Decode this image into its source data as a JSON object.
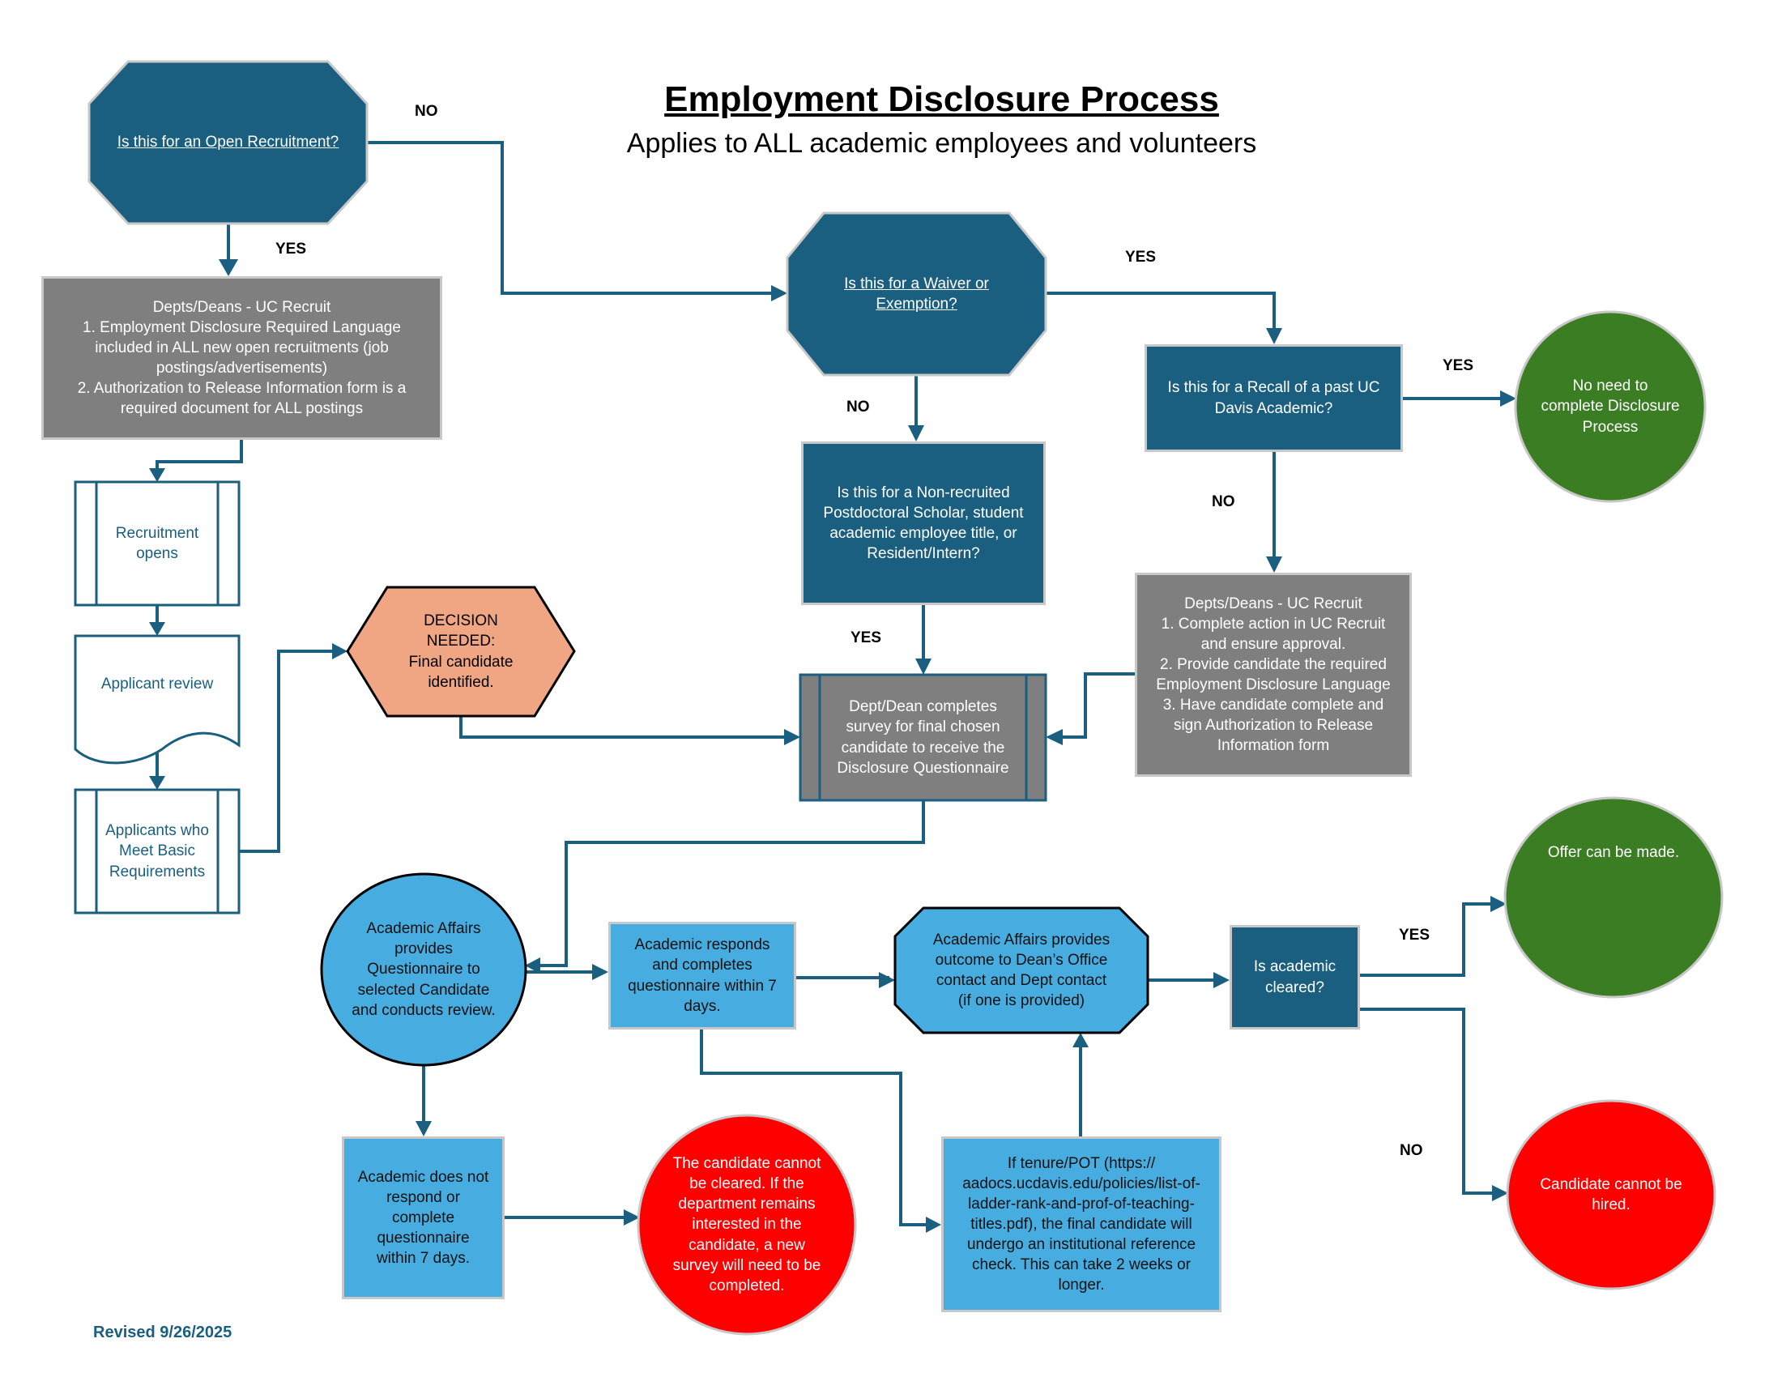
{
  "header": {
    "title": "Employment Disclosure Process",
    "subtitle": "Applies to ALL academic employees and volunteers"
  },
  "colors": {
    "dark_blue": "#1a5e80",
    "light_blue": "#47ade0",
    "gray": "#7f7f7f",
    "green": "#3b7d23",
    "red": "#ff0000",
    "orange": "#f0a682",
    "connector": "#1a5e80"
  },
  "nodes": {
    "open_recruitment": "Is this for an Open Recruitment?",
    "uc_recruit_open": "Depts/Deans - UC Recruit\n1. Employment Disclosure Required Language included in ALL new open recruitments (job postings/advertisements)\n2. Authorization to Release Information form is a required document for ALL postings",
    "recruitment_opens": "Recruitment\nopens",
    "applicant_review": "Applicant review",
    "applicants_meet": "Applicants who\nMeet Basic\nRequirements",
    "decision_needed": "DECISION\nNEEDED:\nFinal candidate\nidentified.",
    "waiver": "Is this for a Waiver or\nExemption?",
    "non_recruited": "Is this for a Non-recruited\nPostdoctoral Scholar, student\nacademic employee title, or\nResident/Intern?",
    "recall": "Is this for a Recall of a past UC\nDavis Academic?",
    "no_need": "No need to\ncomplete Disclosure\nProcess",
    "uc_recruit_recall": "Depts/Deans - UC Recruit\n1. Complete action in UC Recruit\nand ensure approval.\n2. Provide candidate the required\nEmployment Disclosure Language\n3. Have candidate complete and\nsign Authorization to Release\nInformation form",
    "dept_dean_survey": "Dept/Dean completes\nsurvey for final chosen\ncandidate to receive the\nDisclosure Questionnaire",
    "aa_provides_questionnaire": "Academic Affairs\nprovides\nQuestionnaire to\nselected Candidate\nand conducts review.",
    "academic_responds": "Academic responds\nand completes\nquestionnaire within 7\ndays.",
    "aa_provides_outcome": "Academic Affairs provides\noutcome to Dean’s Office\ncontact and Dept contact\n(if one is provided)",
    "is_cleared": "Is academic\ncleared?",
    "offer": "Offer can be made.",
    "cannot_hire": "Candidate cannot be\nhired.",
    "no_response": "Academic does not\nrespond or\ncomplete\nquestionnaire\nwithin 7 days.",
    "cannot_clear": "The candidate cannot\nbe cleared. If the\ndepartment remains\ninterested in the\ncandidate, a new\nsurvey will need to be\ncompleted.",
    "tenure_pot": "If tenure/POT (https://\naadocs.ucdavis.edu/policies/list-of-\nladder-rank-and-prof-of-teaching-\ntitles.pdf), the final candidate will\nundergo an institutional reference\ncheck. This can take 2 weeks or\nlonger."
  },
  "edge_labels": {
    "open_no": "NO",
    "open_yes": "YES",
    "waiver_yes": "YES",
    "waiver_no": "NO",
    "nonrecruited_yes": "YES",
    "recall_yes": "YES",
    "recall_no": "NO",
    "cleared_yes": "YES",
    "cleared_no": "NO"
  },
  "footer": {
    "revised": "Revised 9/26/2025"
  }
}
